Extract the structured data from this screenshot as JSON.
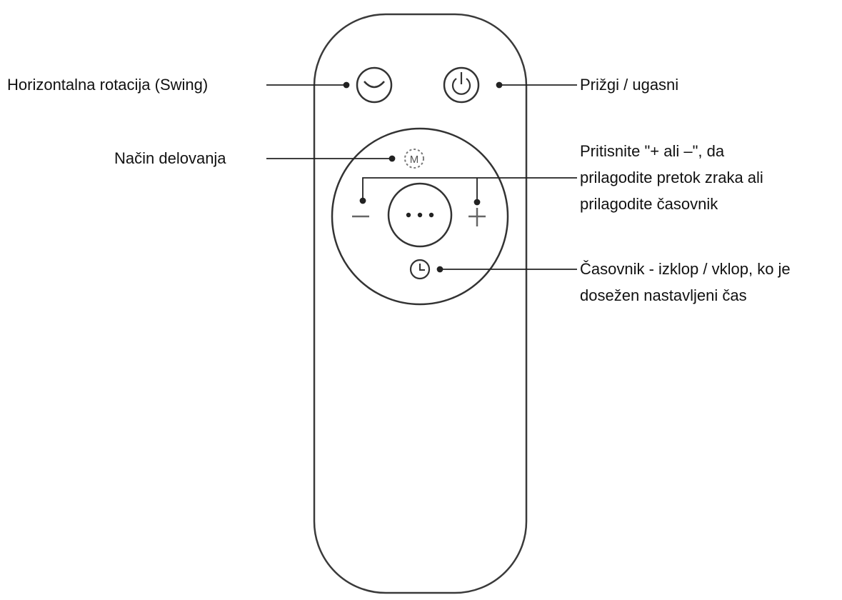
{
  "labels": {
    "swing": "Horizontalna rotacija (Swing)",
    "power": "Prižgi / ugasni",
    "mode": "Način delovanja",
    "adjust_line1": "Pritisnite \"+ ali –\", da",
    "adjust_line2": "prilagodite pretok zraka ali",
    "adjust_line3": "prilagodite časovnik",
    "timer_line1": "Časovnik - izklop / vklop, ko je",
    "timer_line2": "dosežen nastavljeni čas"
  },
  "buttons": {
    "mode_glyph": "M",
    "minus_glyph": "–",
    "plus_glyph": "+",
    "center_glyph": "•••"
  },
  "icons": {
    "swing": "swing-arc-icon",
    "power": "power-icon",
    "mode": "mode-m-icon",
    "timer": "clock-icon"
  },
  "colors": {
    "stroke": "#333333",
    "text": "#111111"
  }
}
